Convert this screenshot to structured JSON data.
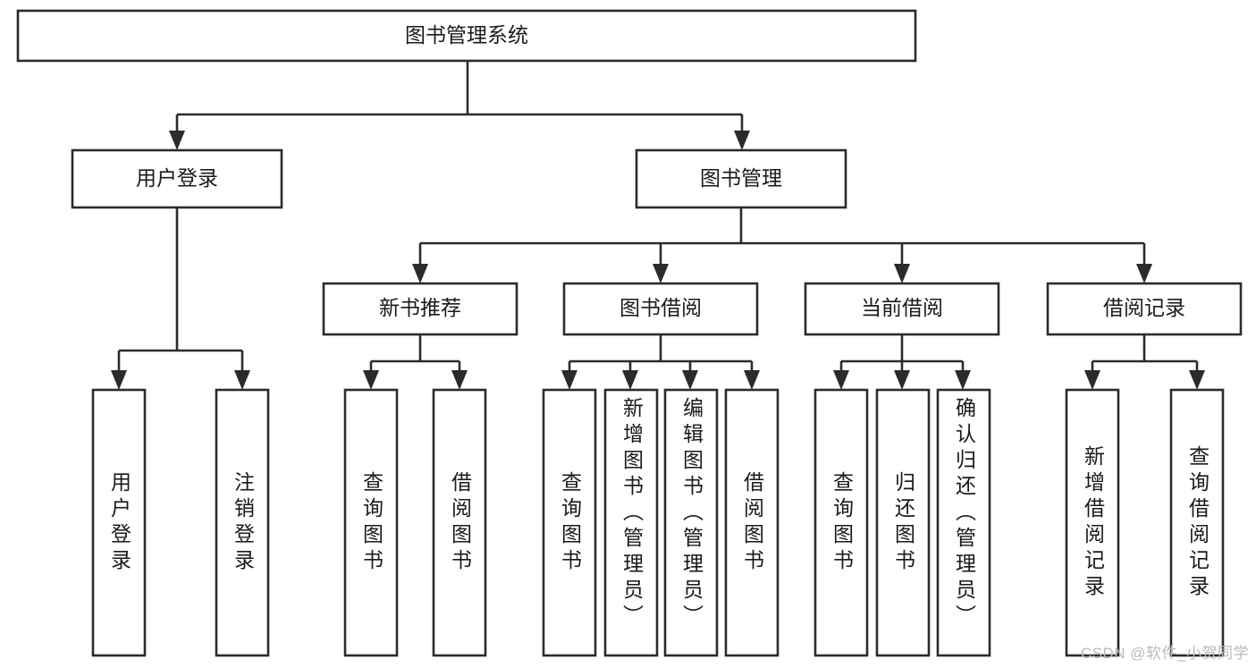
{
  "diagram": {
    "title": "图书管理系统",
    "watermark": "CSDN @软件_小贺同学",
    "type": "tree-hierarchy-chart",
    "colors": {
      "box_stroke": "#2b2b2b",
      "box_fill": "#ffffff",
      "text": "#1a1a1a",
      "background": "#ffffff",
      "watermark": "#b9b9b9"
    },
    "root": {
      "label": "图书管理系统"
    },
    "level2": [
      {
        "label": "用户登录"
      },
      {
        "label": "图书管理"
      }
    ],
    "level3": [
      {
        "label": "新书推荐"
      },
      {
        "label": "图书借阅"
      },
      {
        "label": "当前借阅"
      },
      {
        "label": "借阅记录"
      }
    ],
    "leaves": {
      "user_login": [
        {
          "label": "用户登录"
        },
        {
          "label": "注销登录"
        }
      ],
      "new_book_recommend": [
        {
          "label": "查询图书"
        },
        {
          "label": "借阅图书"
        }
      ],
      "book_borrow": [
        {
          "label": "查询图书"
        },
        {
          "label": "新增图书（管理员）"
        },
        {
          "label": "编辑图书（管理员）"
        },
        {
          "label": "借阅图书"
        }
      ],
      "current_borrow": [
        {
          "label": "查询图书"
        },
        {
          "label": "归还图书"
        },
        {
          "label": "确认归还（管理员）"
        }
      ],
      "borrow_record": [
        {
          "label": "新增借阅记录"
        },
        {
          "label": "查询借阅记录"
        }
      ]
    }
  }
}
